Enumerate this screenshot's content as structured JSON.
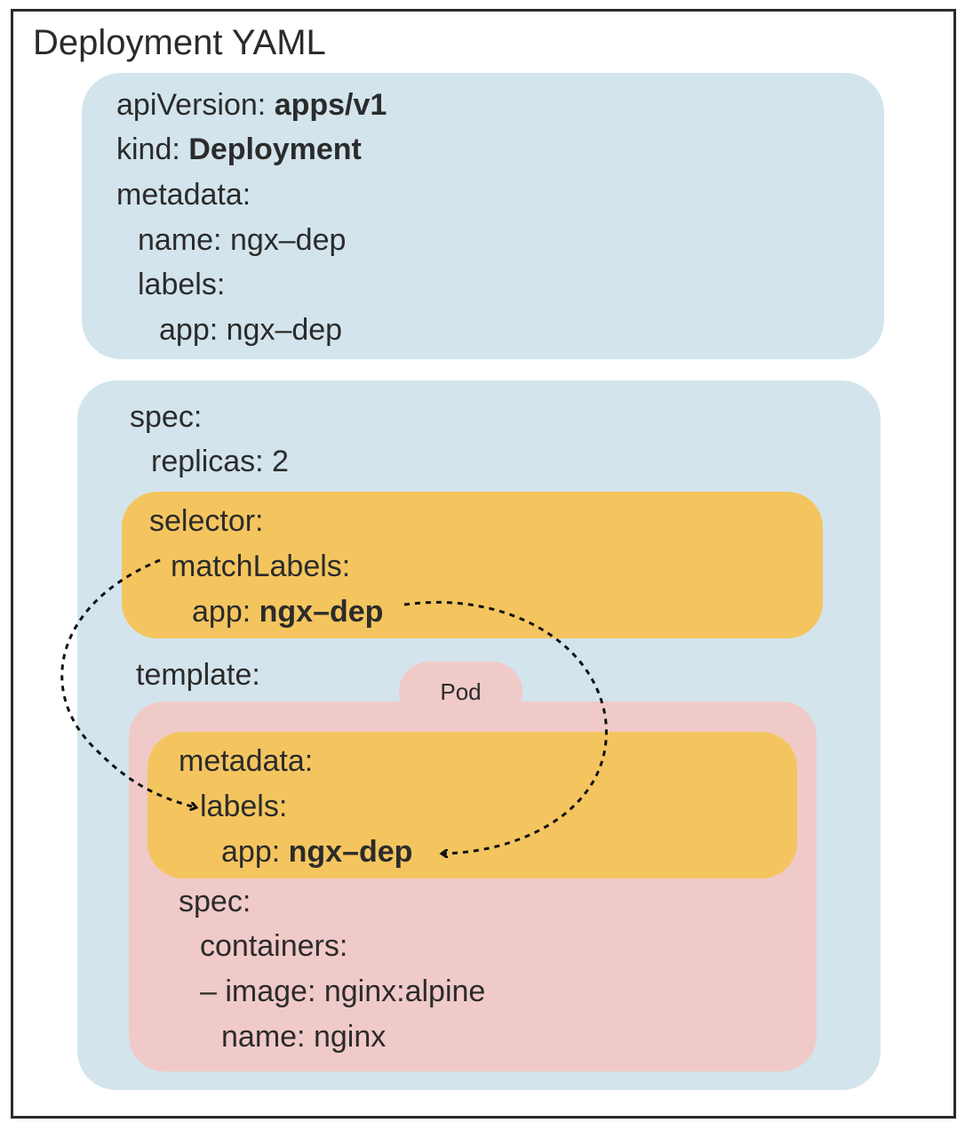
{
  "title": "Deployment YAML",
  "metadata_block": {
    "api_version_key": "apiVersion:",
    "api_version_value": "apps/v1",
    "kind_key": "kind:",
    "kind_value": "Deployment",
    "metadata_key": "metadata:",
    "name_line": "name: ngx–dep",
    "labels_key": "labels:",
    "app_line": "app: ngx–dep"
  },
  "spec_block": {
    "spec_key": "spec:",
    "replicas_line": "replicas: 2",
    "selector": {
      "selector_key": "selector:",
      "match_labels_key": "matchLabels:",
      "app_key": "app:",
      "app_value": "ngx–dep"
    },
    "template_key": "template:",
    "pod_label": "Pod",
    "template": {
      "metadata_key": "metadata:",
      "labels_key": "labels:",
      "app_key": "app:",
      "app_value": "ngx–dep",
      "spec_key": "spec:",
      "containers_key": "containers:",
      "image_line": "– image: nginx:alpine",
      "name_line": "name: nginx"
    }
  },
  "colors": {
    "blue_block": "#d3e4ec",
    "yellow_block": "#f4c55f",
    "pink_block": "#f0cac8",
    "text": "#2b2b2b"
  }
}
